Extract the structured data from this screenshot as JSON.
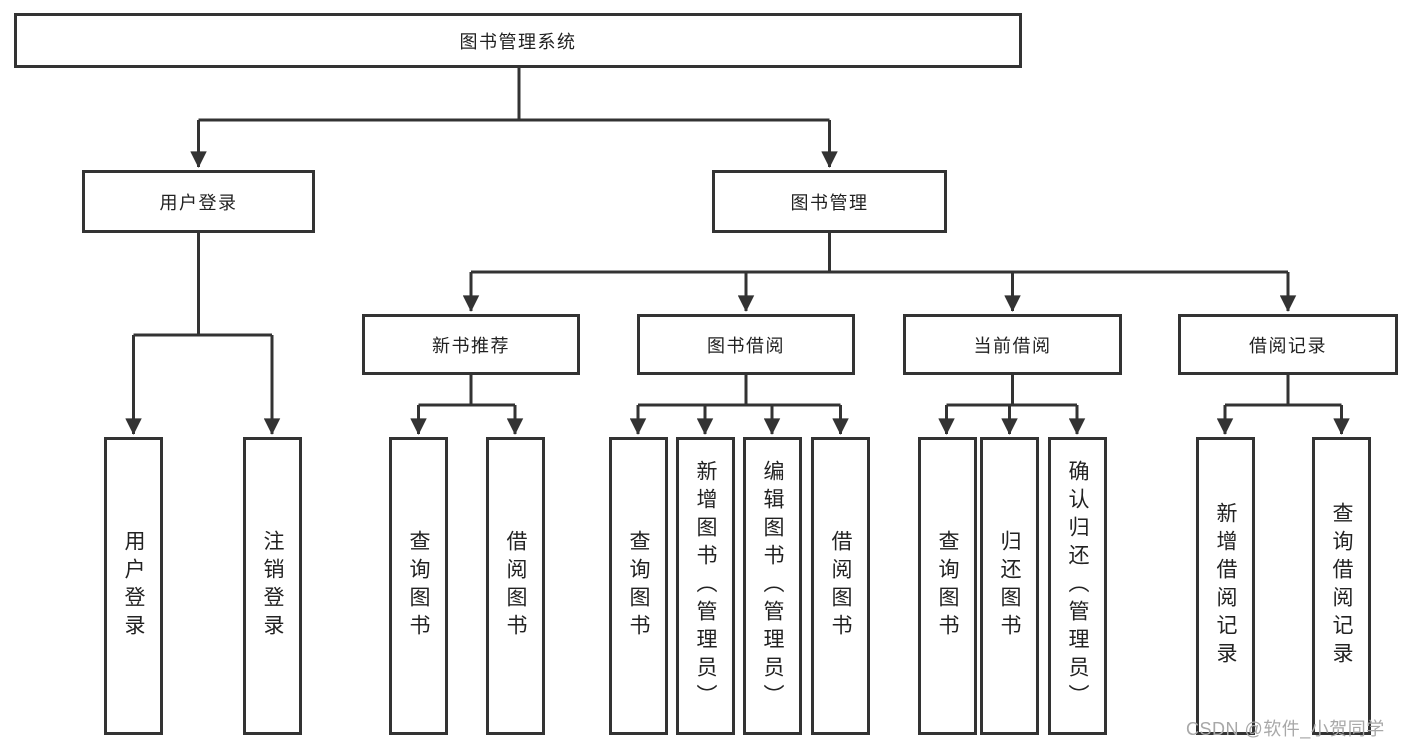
{
  "diagram": {
    "root": {
      "label": "图书管理系统"
    },
    "level2": [
      {
        "label": "用户登录",
        "children": [
          {
            "label": "用户登录"
          },
          {
            "label": "注销登录"
          }
        ]
      },
      {
        "label": "图书管理",
        "children": [
          {
            "label": "新书推荐",
            "children": [
              {
                "label": "查询图书"
              },
              {
                "label": "借阅图书"
              }
            ]
          },
          {
            "label": "图书借阅",
            "children": [
              {
                "label": "查询图书"
              },
              {
                "label": "新增图书（管理员）"
              },
              {
                "label": "编辑图书（管理员）"
              },
              {
                "label": "借阅图书"
              }
            ]
          },
          {
            "label": "当前借阅",
            "children": [
              {
                "label": "查询图书"
              },
              {
                "label": "归还图书"
              },
              {
                "label": "确认归还（管理员）"
              }
            ]
          },
          {
            "label": "借阅记录",
            "children": [
              {
                "label": "新增借阅记录"
              },
              {
                "label": "查询借阅记录"
              }
            ]
          }
        ]
      }
    ]
  },
  "watermark": {
    "text": "CSDN @软件_小贺同学"
  },
  "colors": {
    "line": "#333333",
    "box_background": "#ffffff",
    "text": "#222222",
    "watermark": "#a8a8a8"
  }
}
